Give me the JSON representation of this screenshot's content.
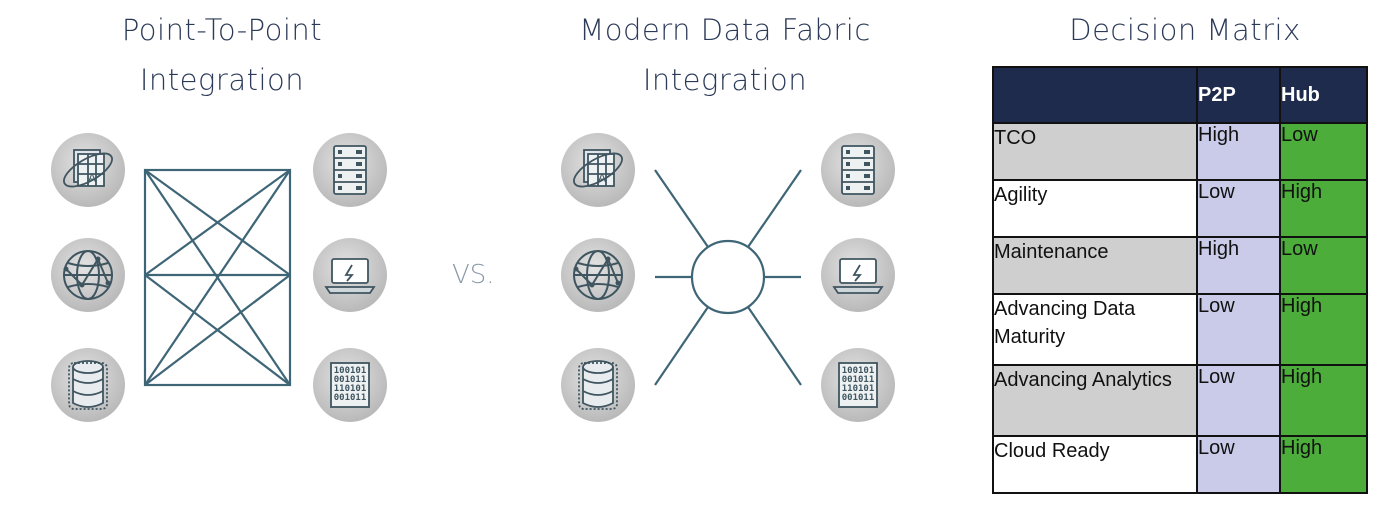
{
  "titles": {
    "p2p_line1": "Point-To-Point",
    "p2p_line2": "Integration",
    "fabric_line1": "Modern Data Fabric",
    "fabric_line2": "Integration",
    "matrix": "Decision Matrix"
  },
  "vs_label": "VS.",
  "icons": {
    "left": [
      "app-grid-icon",
      "globe-network-icon",
      "database-icon"
    ],
    "right": [
      "server-rack-icon",
      "laptop-icon",
      "binary-data-icon"
    ]
  },
  "colors": {
    "title_text": "#2b3a58",
    "line": "#3f6677",
    "icon_bg": "#c7c7c7",
    "table_header": "#1f2b4d",
    "p2p_cell": "#c9cbe8",
    "hub_cell": "#4cad3a",
    "label_gray": "#cfcfcf"
  },
  "matrix": {
    "headers": [
      "",
      "P2P",
      "Hub"
    ],
    "rows": [
      {
        "criterion": "TCO",
        "p2p": "High",
        "hub": "Low"
      },
      {
        "criterion": "Agility",
        "p2p": "Low",
        "hub": "High"
      },
      {
        "criterion": "Maintenance",
        "p2p": "High",
        "hub": "Low"
      },
      {
        "criterion": "Advancing Data Maturity",
        "p2p": "Low",
        "hub": "High"
      },
      {
        "criterion": "Advancing Analytics",
        "p2p": "Low",
        "hub": "High"
      },
      {
        "criterion": "Cloud Ready",
        "p2p": "Low",
        "hub": "High"
      }
    ]
  }
}
